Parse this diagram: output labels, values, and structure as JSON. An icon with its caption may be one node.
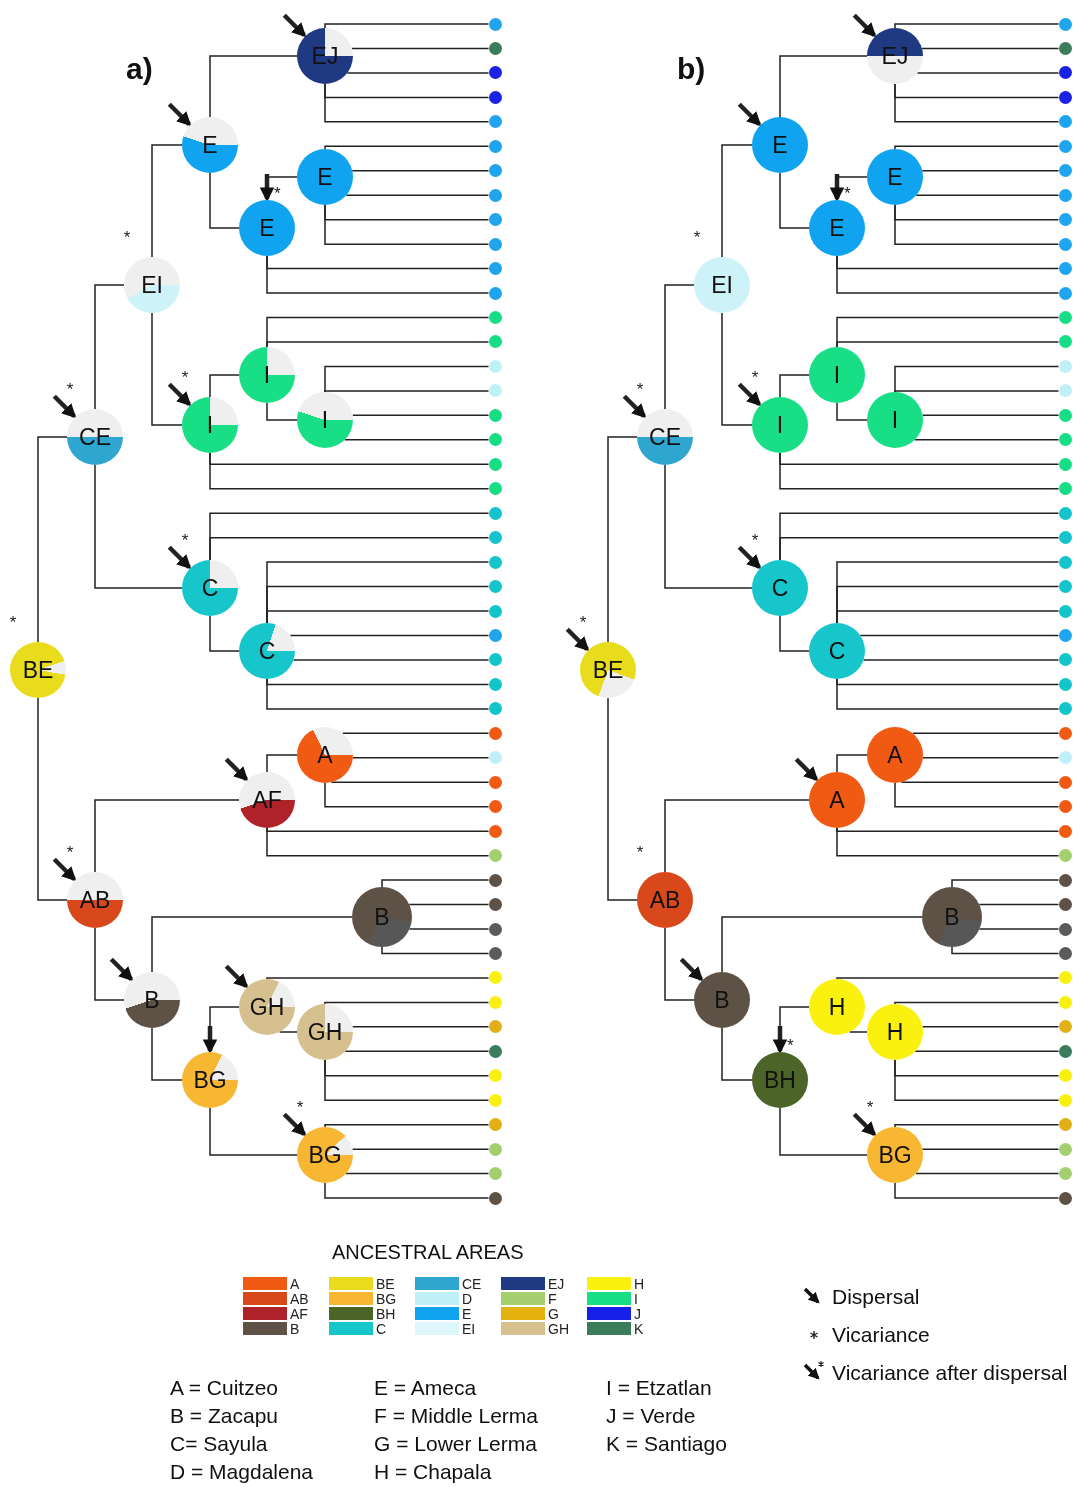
{
  "diagram": {
    "nodes": [
      {
        "text": [
          "EJ"
        ]
      },
      {
        "text": [
          "E"
        ]
      },
      {
        "text": [
          "E"
        ]
      },
      {
        "text": [
          "E"
        ],
        "beside": [
          "*"
        ]
      },
      {
        "text": [
          "EI"
        ],
        "beside": [
          "*"
        ]
      },
      {
        "text": [
          "I"
        ]
      },
      {
        "text": [
          "I"
        ]
      },
      {
        "text": [
          "I"
        ],
        "beside": [
          "*"
        ]
      },
      {
        "text": [
          "CE"
        ],
        "beside": [
          "*"
        ]
      },
      {
        "text": [
          "C"
        ],
        "beside": [
          "*"
        ]
      },
      {
        "text": [
          "C"
        ]
      },
      {
        "text": [
          "BE"
        ],
        "beside": [
          "*"
        ]
      },
      {
        "text": [
          "A"
        ]
      },
      {
        "text": [
          "AF"
        ]
      },
      {
        "text": [
          "AB"
        ],
        "beside": [
          "*"
        ]
      },
      {
        "text": [
          "B"
        ]
      },
      {
        "text": [
          "B"
        ]
      },
      {
        "text": [
          "GH"
        ]
      },
      {
        "text": [
          "GH"
        ]
      },
      {
        "text": [
          "BG"
        ]
      },
      {
        "text": [
          "BG"
        ],
        "beside": [
          "*"
        ]
      },
      {
        "text": [],
        "shape": "circle"
      },
      {
        "text": [],
        "shape": "circle"
      },
      {
        "text": [],
        "shape": "circle"
      },
      {
        "text": [],
        "shape": "circle"
      },
      {
        "text": [],
        "shape": "circle"
      },
      {
        "text": [],
        "shape": "circle"
      },
      {
        "text": [],
        "shape": "circle"
      },
      {
        "text": [],
        "shape": "circle"
      },
      {
        "text": [],
        "shape": "circle"
      },
      {
        "text": [],
        "shape": "circle"
      },
      {
        "text": [],
        "shape": "circle"
      },
      {
        "text": [],
        "shape": "circle"
      },
      {
        "text": [],
        "shape": "circle"
      },
      {
        "text": [],
        "shape": "circle"
      },
      {
        "text": [],
        "shape": "circle"
      },
      {
        "text": [],
        "shape": "circle"
      },
      {
        "text": [],
        "shape": "circle"
      },
      {
        "text": [],
        "shape": "circle"
      },
      {
        "text": [],
        "shape": "circle"
      },
      {
        "text": [],
        "shape": "circle"
      },
      {
        "text": [],
        "shape": "circle"
      },
      {
        "text": [],
        "shape": "circle"
      },
      {
        "text": [],
        "shape": "circle"
      },
      {
        "text": [],
        "shape": "circle"
      },
      {
        "text": [],
        "shape": "circle"
      },
      {
        "text": [],
        "shape": "circle"
      },
      {
        "text": [],
        "shape": "circle"
      },
      {
        "text": [],
        "shape": "circle"
      },
      {
        "text": [],
        "shape": "circle"
      },
      {
        "text": [],
        "shape": "circle"
      },
      {
        "text": [],
        "shape": "circle"
      },
      {
        "text": [],
        "shape": "circle"
      },
      {
        "text": [],
        "shape": "circle"
      },
      {
        "text": [],
        "shape": "circle"
      },
      {
        "text": [],
        "shape": "circle"
      },
      {
        "text": [],
        "shape": "circle"
      },
      {
        "text": [],
        "shape": "circle"
      },
      {
        "text": [],
        "shape": "circle"
      },
      {
        "text": [],
        "shape": "circle"
      },
      {
        "text": [],
        "shape": "circle"
      },
      {
        "text": [],
        "shape": "circle"
      },
      {
        "text": [],
        "shape": "circle"
      },
      {
        "text": [],
        "shape": "circle"
      },
      {
        "text": [],
        "shape": "circle"
      },
      {
        "text": [],
        "shape": "circle"
      },
      {
        "text": [],
        "shape": "circle"
      },
      {
        "text": [],
        "shape": "circle"
      },
      {
        "text": [],
        "shape": "circle"
      },
      {
        "text": [],
        "shape": "circle"
      },
      {
        "text": [
          "EJ"
        ]
      },
      {
        "text": [
          "E"
        ]
      },
      {
        "text": [
          "E"
        ]
      },
      {
        "text": [
          "E"
        ],
        "beside": [
          "*"
        ]
      },
      {
        "text": [
          "EI"
        ],
        "beside": [
          "*"
        ]
      },
      {
        "text": [
          "I"
        ]
      },
      {
        "text": [
          "I"
        ]
      },
      {
        "text": [
          "I"
        ],
        "beside": [
          "*"
        ]
      },
      {
        "text": [
          "CE"
        ],
        "beside": [
          "*"
        ]
      },
      {
        "text": [
          "C"
        ],
        "beside": [
          "*"
        ]
      },
      {
        "text": [
          "C"
        ]
      },
      {
        "text": [
          "BE"
        ],
        "beside": [
          "*"
        ]
      },
      {
        "text": [
          "A"
        ]
      },
      {
        "text": [
          "A"
        ]
      },
      {
        "text": [
          "AB"
        ],
        "beside": [
          "*"
        ]
      },
      {
        "text": [
          "B"
        ]
      },
      {
        "text": [
          "B"
        ]
      },
      {
        "text": [
          "H"
        ]
      },
      {
        "text": [
          "H"
        ]
      },
      {
        "text": [
          "BH"
        ],
        "beside": [
          "*"
        ]
      },
      {
        "text": [
          "BG"
        ],
        "beside": [
          "*"
        ]
      },
      {
        "text": [],
        "shape": "circle"
      },
      {
        "text": [],
        "shape": "circle"
      },
      {
        "text": [],
        "shape": "circle"
      },
      {
        "text": [],
        "shape": "circle"
      },
      {
        "text": [],
        "shape": "circle"
      },
      {
        "text": [],
        "shape": "circle"
      },
      {
        "text": [],
        "shape": "circle"
      },
      {
        "text": [],
        "shape": "circle"
      },
      {
        "text": [],
        "shape": "circle"
      },
      {
        "text": [],
        "shape": "circle"
      },
      {
        "text": [],
        "shape": "circle"
      },
      {
        "text": [],
        "shape": "circle"
      },
      {
        "text": [],
        "shape": "circle"
      },
      {
        "text": [],
        "shape": "circle"
      },
      {
        "text": [],
        "shape": "circle"
      },
      {
        "text": [],
        "shape": "circle"
      },
      {
        "text": [],
        "shape": "circle"
      },
      {
        "text": [],
        "shape": "circle"
      },
      {
        "text": [],
        "shape": "circle"
      },
      {
        "text": [],
        "shape": "circle"
      },
      {
        "text": [],
        "shape": "circle"
      },
      {
        "text": [],
        "shape": "circle"
      },
      {
        "text": [],
        "shape": "circle"
      },
      {
        "text": [],
        "shape": "circle"
      },
      {
        "text": [],
        "shape": "circle"
      },
      {
        "text": [],
        "shape": "circle"
      },
      {
        "text": [],
        "shape": "circle"
      },
      {
        "text": [],
        "shape": "circle"
      },
      {
        "text": [],
        "shape": "circle"
      },
      {
        "text": [],
        "shape": "circle"
      },
      {
        "text": [],
        "shape": "circle"
      },
      {
        "text": [],
        "shape": "circle"
      },
      {
        "text": [],
        "shape": "circle"
      },
      {
        "text": [],
        "shape": "circle"
      },
      {
        "text": [],
        "shape": "circle"
      },
      {
        "text": [],
        "shape": "circle"
      },
      {
        "text": [],
        "shape": "circle"
      },
      {
        "text": [],
        "shape": "circle"
      },
      {
        "text": [],
        "shape": "circle"
      },
      {
        "text": [],
        "shape": "circle"
      },
      {
        "text": [],
        "shape": "circle"
      },
      {
        "text": [],
        "shape": "circle"
      },
      {
        "text": [],
        "shape": "circle"
      },
      {
        "text": [],
        "shape": "circle"
      },
      {
        "text": [],
        "shape": "circle"
      },
      {
        "text": [],
        "shape": "circle"
      },
      {
        "text": [],
        "shape": "circle"
      },
      {
        "text": [],
        "shape": "circle"
      },
      {
        "text": [],
        "shape": "circle"
      }
    ],
    "edges": [
      {
        "from": 0,
        "to": 21,
        "arrow": "none"
      },
      {
        "from": 0,
        "to": 22,
        "arrow": "none"
      },
      {
        "from": 0,
        "to": 23,
        "arrow": "none"
      },
      {
        "from": 0,
        "to": 24,
        "arrow": "none"
      },
      {
        "from": 0,
        "to": 25,
        "arrow": "none"
      },
      {
        "from": 1,
        "to": 0,
        "arrow": "none"
      },
      {
        "from": 1,
        "to": 3,
        "arrow": "none"
      },
      {
        "from": 2,
        "to": 26,
        "arrow": "none"
      },
      {
        "from": 2,
        "to": 27,
        "arrow": "none"
      },
      {
        "from": 2,
        "to": 28,
        "arrow": "none"
      },
      {
        "from": 2,
        "to": 29,
        "arrow": "none"
      },
      {
        "from": 2,
        "to": 30,
        "arrow": "none"
      },
      {
        "from": 3,
        "to": 2,
        "arrow": "none"
      },
      {
        "from": 3,
        "to": 31,
        "arrow": "none"
      },
      {
        "from": 3,
        "to": 32,
        "arrow": "none"
      },
      {
        "from": 4,
        "to": 1,
        "arrow": "none"
      },
      {
        "from": 4,
        "to": 7,
        "arrow": "none"
      },
      {
        "from": 5,
        "to": 33,
        "arrow": "none"
      },
      {
        "from": 5,
        "to": 34,
        "arrow": "none"
      },
      {
        "from": 5,
        "to": 6,
        "arrow": "none"
      },
      {
        "from": 6,
        "to": 35,
        "arrow": "none"
      },
      {
        "from": 6,
        "to": 36,
        "arrow": "none"
      },
      {
        "from": 6,
        "to": 37,
        "arrow": "none"
      },
      {
        "from": 6,
        "to": 38,
        "arrow": "none"
      },
      {
        "from": 7,
        "to": 5,
        "arrow": "none"
      },
      {
        "from": 7,
        "to": 39,
        "arrow": "none"
      },
      {
        "from": 7,
        "to": 40,
        "arrow": "none"
      },
      {
        "from": 8,
        "to": 4,
        "arrow": "none"
      },
      {
        "from": 8,
        "to": 9,
        "arrow": "none"
      },
      {
        "from": 9,
        "to": 41,
        "arrow": "none"
      },
      {
        "from": 9,
        "to": 42,
        "arrow": "none"
      },
      {
        "from": 9,
        "to": 10,
        "arrow": "none"
      },
      {
        "from": 10,
        "to": 43,
        "arrow": "none"
      },
      {
        "from": 10,
        "to": 44,
        "arrow": "none"
      },
      {
        "from": 10,
        "to": 45,
        "arrow": "none"
      },
      {
        "from": 10,
        "to": 46,
        "arrow": "none"
      },
      {
        "from": 10,
        "to": 47,
        "arrow": "none"
      },
      {
        "from": 10,
        "to": 48,
        "arrow": "none"
      },
      {
        "from": 10,
        "to": 49,
        "arrow": "none"
      },
      {
        "from": 11,
        "to": 8,
        "arrow": "none"
      },
      {
        "from": 11,
        "to": 14,
        "arrow": "none"
      },
      {
        "from": 12,
        "to": 50,
        "arrow": "none"
      },
      {
        "from": 12,
        "to": 51,
        "arrow": "none"
      },
      {
        "from": 12,
        "to": 52,
        "arrow": "none"
      },
      {
        "from": 12,
        "to": 53,
        "arrow": "none"
      },
      {
        "from": 13,
        "to": 12,
        "arrow": "none"
      },
      {
        "from": 13,
        "to": 54,
        "arrow": "none"
      },
      {
        "from": 13,
        "to": 55,
        "arrow": "none"
      },
      {
        "from": 14,
        "to": 13,
        "arrow": "none"
      },
      {
        "from": 14,
        "to": 16,
        "arrow": "none"
      },
      {
        "from": 15,
        "to": 56,
        "arrow": "none"
      },
      {
        "from": 15,
        "to": 57,
        "arrow": "none"
      },
      {
        "from": 15,
        "to": 58,
        "arrow": "none"
      },
      {
        "from": 15,
        "to": 59,
        "arrow": "none"
      },
      {
        "from": 16,
        "to": 15,
        "arrow": "none"
      },
      {
        "from": 16,
        "to": 19,
        "arrow": "none"
      },
      {
        "from": 17,
        "to": 60,
        "arrow": "none"
      },
      {
        "from": 17,
        "to": 18,
        "arrow": "none"
      },
      {
        "from": 18,
        "to": 61,
        "arrow": "none"
      },
      {
        "from": 18,
        "to": 62,
        "arrow": "none"
      },
      {
        "from": 18,
        "to": 63,
        "arrow": "none"
      },
      {
        "from": 18,
        "to": 64,
        "arrow": "none"
      },
      {
        "from": 18,
        "to": 65,
        "arrow": "none"
      },
      {
        "from": 19,
        "to": 17,
        "arrow": "none"
      },
      {
        "from": 19,
        "to": 20,
        "arrow": "none"
      },
      {
        "from": 20,
        "to": 66,
        "arrow": "none"
      },
      {
        "from": 20,
        "to": 67,
        "arrow": "none"
      },
      {
        "from": 20,
        "to": 68,
        "arrow": "none"
      },
      {
        "from": 20,
        "to": 69,
        "arrow": "none"
      },
      {
        "from": null,
        "to": 0,
        "arrow": "to",
        "style": "thick"
      },
      {
        "from": null,
        "to": 1,
        "arrow": "to",
        "style": "thick"
      },
      {
        "from": null,
        "to": 3,
        "arrow": "to",
        "style": "thick"
      },
      {
        "from": null,
        "to": 7,
        "arrow": "to",
        "style": "thick"
      },
      {
        "from": null,
        "to": 8,
        "arrow": "to",
        "style": "thick"
      },
      {
        "from": null,
        "to": 9,
        "arrow": "to",
        "style": "thick"
      },
      {
        "from": null,
        "to": 13,
        "arrow": "to",
        "style": "thick"
      },
      {
        "from": null,
        "to": 14,
        "arrow": "to",
        "style": "thick"
      },
      {
        "from": null,
        "to": 16,
        "arrow": "to",
        "style": "thick"
      },
      {
        "from": null,
        "to": 17,
        "arrow": "to",
        "style": "thick"
      },
      {
        "from": null,
        "to": 19,
        "arrow": "to",
        "style": "thick"
      },
      {
        "from": null,
        "to": 20,
        "arrow": "to",
        "style": "thick"
      },
      {
        "from": 70,
        "to": 91,
        "arrow": "none"
      },
      {
        "from": 70,
        "to": 92,
        "arrow": "none"
      },
      {
        "from": 70,
        "to": 93,
        "arrow": "none"
      },
      {
        "from": 70,
        "to": 94,
        "arrow": "none"
      },
      {
        "from": 70,
        "to": 95,
        "arrow": "none"
      },
      {
        "from": 71,
        "to": 70,
        "arrow": "none"
      },
      {
        "from": 71,
        "to": 73,
        "arrow": "none"
      },
      {
        "from": 72,
        "to": 96,
        "arrow": "none"
      },
      {
        "from": 72,
        "to": 97,
        "arrow": "none"
      },
      {
        "from": 72,
        "to": 98,
        "arrow": "none"
      },
      {
        "from": 72,
        "to": 99,
        "arrow": "none"
      },
      {
        "from": 72,
        "to": 100,
        "arrow": "none"
      },
      {
        "from": 73,
        "to": 72,
        "arrow": "none"
      },
      {
        "from": 73,
        "to": 101,
        "arrow": "none"
      },
      {
        "from": 73,
        "to": 102,
        "arrow": "none"
      },
      {
        "from": 74,
        "to": 71,
        "arrow": "none"
      },
      {
        "from": 74,
        "to": 77,
        "arrow": "none"
      },
      {
        "from": 75,
        "to": 103,
        "arrow": "none"
      },
      {
        "from": 75,
        "to": 104,
        "arrow": "none"
      },
      {
        "from": 75,
        "to": 76,
        "arrow": "none"
      },
      {
        "from": 76,
        "to": 105,
        "arrow": "none"
      },
      {
        "from": 76,
        "to": 106,
        "arrow": "none"
      },
      {
        "from": 76,
        "to": 107,
        "arrow": "none"
      },
      {
        "from": 76,
        "to": 108,
        "arrow": "none"
      },
      {
        "from": 77,
        "to": 75,
        "arrow": "none"
      },
      {
        "from": 77,
        "to": 109,
        "arrow": "none"
      },
      {
        "from": 77,
        "to": 110,
        "arrow": "none"
      },
      {
        "from": 78,
        "to": 74,
        "arrow": "none"
      },
      {
        "from": 78,
        "to": 79,
        "arrow": "none"
      },
      {
        "from": 79,
        "to": 111,
        "arrow": "none"
      },
      {
        "from": 79,
        "to": 112,
        "arrow": "none"
      },
      {
        "from": 79,
        "to": 80,
        "arrow": "none"
      },
      {
        "from": 80,
        "to": 113,
        "arrow": "none"
      },
      {
        "from": 80,
        "to": 114,
        "arrow": "none"
      },
      {
        "from": 80,
        "to": 115,
        "arrow": "none"
      },
      {
        "from": 80,
        "to": 116,
        "arrow": "none"
      },
      {
        "from": 80,
        "to": 117,
        "arrow": "none"
      },
      {
        "from": 80,
        "to": 118,
        "arrow": "none"
      },
      {
        "from": 80,
        "to": 119,
        "arrow": "none"
      },
      {
        "from": 81,
        "to": 78,
        "arrow": "none"
      },
      {
        "from": 81,
        "to": 84,
        "arrow": "none"
      },
      {
        "from": 82,
        "to": 120,
        "arrow": "none"
      },
      {
        "from": 82,
        "to": 121,
        "arrow": "none"
      },
      {
        "from": 82,
        "to": 122,
        "arrow": "none"
      },
      {
        "from": 82,
        "to": 123,
        "arrow": "none"
      },
      {
        "from": 83,
        "to": 82,
        "arrow": "none"
      },
      {
        "from": 83,
        "to": 124,
        "arrow": "none"
      },
      {
        "from": 83,
        "to": 125,
        "arrow": "none"
      },
      {
        "from": 84,
        "to": 83,
        "arrow": "none"
      },
      {
        "from": 84,
        "to": 86,
        "arrow": "none"
      },
      {
        "from": 85,
        "to": 126,
        "arrow": "none"
      },
      {
        "from": 85,
        "to": 127,
        "arrow": "none"
      },
      {
        "from": 85,
        "to": 128,
        "arrow": "none"
      },
      {
        "from": 85,
        "to": 129,
        "arrow": "none"
      },
      {
        "from": 86,
        "to": 85,
        "arrow": "none"
      },
      {
        "from": 86,
        "to": 89,
        "arrow": "none"
      },
      {
        "from": 87,
        "to": 130,
        "arrow": "none"
      },
      {
        "from": 87,
        "to": 88,
        "arrow": "none"
      },
      {
        "from": 88,
        "to": 131,
        "arrow": "none"
      },
      {
        "from": 88,
        "to": 132,
        "arrow": "none"
      },
      {
        "from": 88,
        "to": 133,
        "arrow": "none"
      },
      {
        "from": 88,
        "to": 134,
        "arrow": "none"
      },
      {
        "from": 88,
        "to": 135,
        "arrow": "none"
      },
      {
        "from": 89,
        "to": 87,
        "arrow": "none"
      },
      {
        "from": 89,
        "to": 90,
        "arrow": "none"
      },
      {
        "from": 90,
        "to": 136,
        "arrow": "none"
      },
      {
        "from": 90,
        "to": 137,
        "arrow": "none"
      },
      {
        "from": 90,
        "to": 138,
        "arrow": "none"
      },
      {
        "from": 90,
        "to": 139,
        "arrow": "none"
      },
      {
        "from": null,
        "to": 70,
        "arrow": "to",
        "style": "thick"
      },
      {
        "from": null,
        "to": 71,
        "arrow": "to",
        "style": "thick"
      },
      {
        "from": null,
        "to": 73,
        "arrow": "to",
        "style": "thick"
      },
      {
        "from": null,
        "to": 77,
        "arrow": "to",
        "style": "thick"
      },
      {
        "from": null,
        "to": 78,
        "arrow": "to",
        "style": "thick"
      },
      {
        "from": null,
        "to": 79,
        "arrow": "to",
        "style": "thick"
      },
      {
        "from": null,
        "to": 81,
        "arrow": "to",
        "style": "thick"
      },
      {
        "from": null,
        "to": 83,
        "arrow": "to",
        "style": "thick"
      },
      {
        "from": null,
        "to": 86,
        "arrow": "to",
        "style": "thick"
      },
      {
        "from": null,
        "to": 89,
        "arrow": "to",
        "style": "thick"
      },
      {
        "from": null,
        "to": 90,
        "arrow": "to",
        "style": "thick"
      }
    ],
    "labels": [
      "a)",
      "b)",
      "ANCESTRAL AREAS",
      "A = Cuitzeo",
      "E = Ameca",
      "I = Etzatlan",
      "B = Zacapu",
      "F = Middle Lerma",
      "J = Verde",
      "C= Sayula",
      "G = Lower Lerma",
      "K = Santiago",
      "D = Magdalena",
      "H = Chapala"
    ],
    "legend": [
      {
        "text": "A",
        "color": "#f15a12"
      },
      {
        "text": "AB",
        "color": "#d9481a"
      },
      {
        "text": "AF",
        "color": "#b0222a"
      },
      {
        "text": "B",
        "color": "#5e5146"
      },
      {
        "text": "BE",
        "color": "#e8dc1c"
      },
      {
        "text": "BG",
        "color": "#f7b733"
      },
      {
        "text": "BH",
        "color": "#4d6429"
      },
      {
        "text": "C",
        "color": "#16c6cb"
      },
      {
        "text": "CE",
        "color": "#2fa6cf"
      },
      {
        "text": "D",
        "color": "#bff0f7"
      },
      {
        "text": "E",
        "color": "#10a3ef"
      },
      {
        "text": "EI",
        "color": "#dff7fb"
      },
      {
        "text": "EJ",
        "color": "#1f3a83"
      },
      {
        "text": "F",
        "color": "#a6cf6f"
      },
      {
        "text": "G",
        "color": "#e3b20f"
      },
      {
        "text": "GH",
        "color": "#d7c08f"
      },
      {
        "text": "H",
        "color": "#faf20e"
      },
      {
        "text": "I",
        "color": "#18df86"
      },
      {
        "text": "J",
        "color": "#1620e8"
      },
      {
        "text": "K",
        "color": "#3b7c5b"
      },
      {
        "text": "Dispersal"
      },
      {
        "text": "Vicariance"
      },
      {
        "text": "Vicariance after dispersal"
      }
    ]
  }
}
